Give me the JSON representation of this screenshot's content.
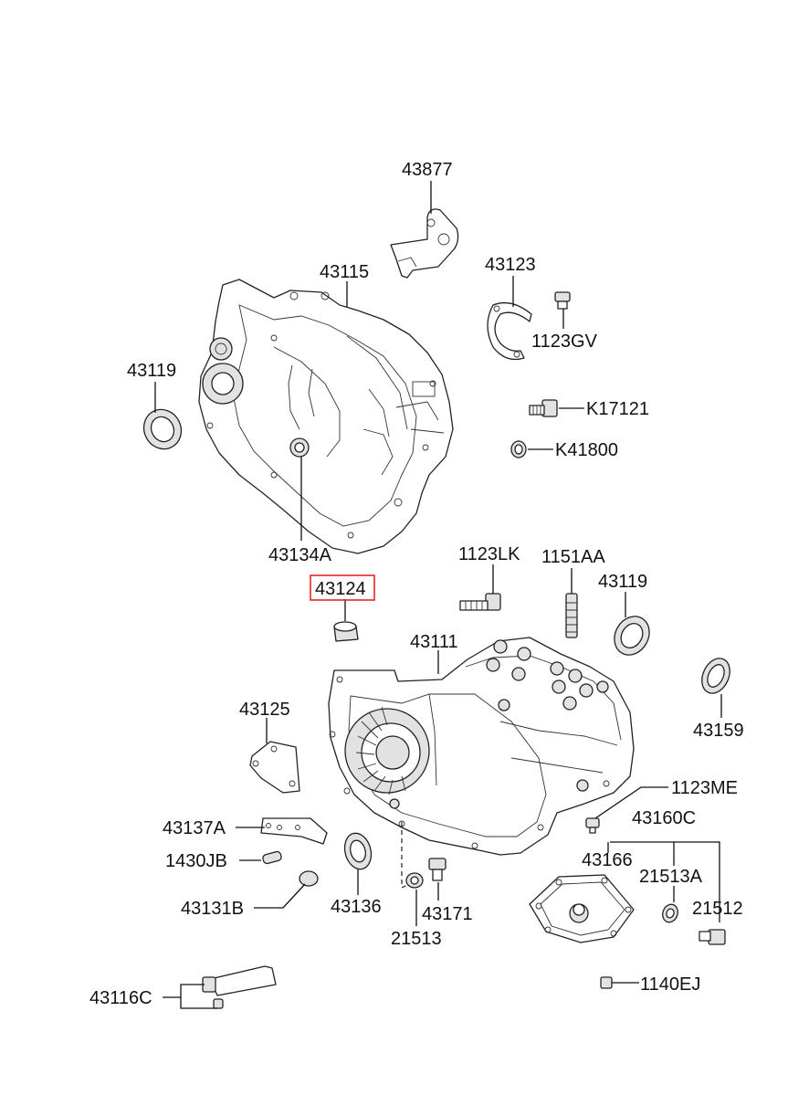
{
  "highlight_color": "#e0262b",
  "highlighted_part": "43124",
  "labels": [
    {
      "id": "l43877",
      "text": "43877"
    },
    {
      "id": "l43115",
      "text": "43115"
    },
    {
      "id": "l43123",
      "text": "43123"
    },
    {
      "id": "l1123GV",
      "text": "1123GV"
    },
    {
      "id": "l43119a",
      "text": "43119"
    },
    {
      "id": "lK17121",
      "text": "K17121"
    },
    {
      "id": "lK41800",
      "text": "K41800"
    },
    {
      "id": "l43134A",
      "text": "43134A"
    },
    {
      "id": "l1123LK",
      "text": "1123LK"
    },
    {
      "id": "l1151AA",
      "text": "1151AA"
    },
    {
      "id": "l43119b",
      "text": "43119"
    },
    {
      "id": "l43124",
      "text": "43124"
    },
    {
      "id": "l43111",
      "text": "43111"
    },
    {
      "id": "l43125",
      "text": "43125"
    },
    {
      "id": "l43159",
      "text": "43159"
    },
    {
      "id": "l1123ME",
      "text": "1123ME"
    },
    {
      "id": "l43160C",
      "text": "43160C"
    },
    {
      "id": "l43137A",
      "text": "43137A"
    },
    {
      "id": "l43166",
      "text": "43166"
    },
    {
      "id": "l21513A",
      "text": "21513A"
    },
    {
      "id": "l1430JB",
      "text": "1430JB"
    },
    {
      "id": "l21512",
      "text": "21512"
    },
    {
      "id": "l43131B",
      "text": "43131B"
    },
    {
      "id": "l43136",
      "text": "43136"
    },
    {
      "id": "l43171",
      "text": "43171"
    },
    {
      "id": "l21513",
      "text": "21513"
    },
    {
      "id": "l43116C",
      "text": "43116C"
    },
    {
      "id": "l1140EJ",
      "text": "1140EJ"
    }
  ]
}
